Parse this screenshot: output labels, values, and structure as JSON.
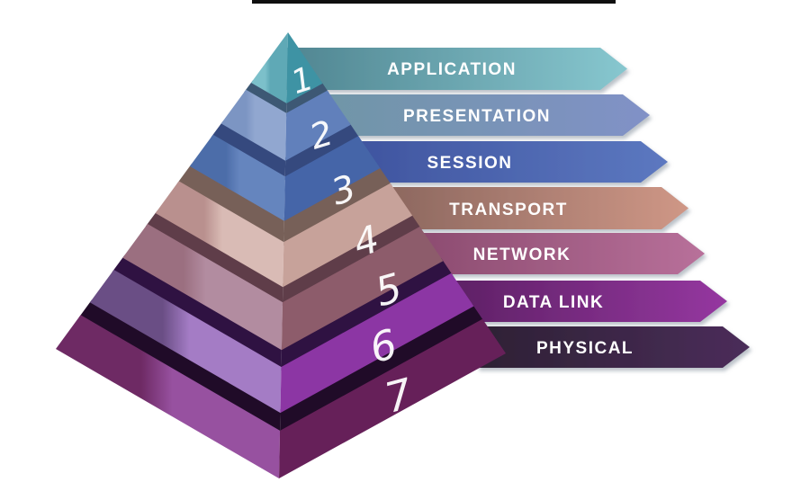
{
  "diagram": {
    "type": "osi-model-pyramid",
    "background_color": "#FFFFFF",
    "top_bar_color": "#0F0F0F",
    "label_color": "#FFFFFF",
    "number_color": "#FFFFFF",
    "shadow_color": "#97A0AC"
  },
  "layers": [
    {
      "number": "1",
      "label": "APPLICATION",
      "banner_from": "#4F8490",
      "banner_to": "#87C7CF",
      "face_left_outer": "#7CC0CA",
      "face_left_inner": "#5FA9B6",
      "face_right": "#3E93A4",
      "separator": null
    },
    {
      "number": "2",
      "label": "PRESENTATION",
      "banner_from": "#6F96A5",
      "banner_to": "#8191C7",
      "face_left_outer": "#7C95C3",
      "face_left_inner": "#91A7D0",
      "face_right": "#6180BB",
      "separator": "#3D5874"
    },
    {
      "number": "3",
      "label": "SESSION",
      "banner_from": "#3E539E",
      "banner_to": "#5C78C0",
      "face_left_outer": "#4C6DA9",
      "face_left_inner": "#6585BE",
      "face_right": "#4565A8",
      "separator": "#35497E"
    },
    {
      "number": "4",
      "label": "TRANSPORT",
      "banner_from": "#8A665E",
      "banner_to": "#CF9786",
      "face_left_outer": "#B9908E",
      "face_left_inner": "#D9BBB5",
      "face_right": "#C7A29A",
      "separator": "#776058"
    },
    {
      "number": "5",
      "label": "NETWORK",
      "banner_from": "#8A4A6E",
      "banner_to": "#B8709A",
      "face_left_outer": "#9B6F80",
      "face_left_inner": "#B28CA0",
      "face_right": "#8D5C6B",
      "separator": "#5F3D49"
    },
    {
      "number": "6",
      "label": "DATA LINK",
      "banner_from": "#5C2063",
      "banner_to": "#9537A0",
      "face_left_outer": "#6A4E85",
      "face_left_inner": "#A47CC5",
      "face_right": "#8C36A4",
      "separator": "#2F1242"
    },
    {
      "number": "7",
      "label": "PHYSICAL",
      "banner_from": "#2D2134",
      "banner_to": "#4B2D5A",
      "face_left_outer": "#6E2A64",
      "face_left_inner": "#9751A0",
      "face_right": "#662059",
      "separator": "#200B28"
    }
  ]
}
